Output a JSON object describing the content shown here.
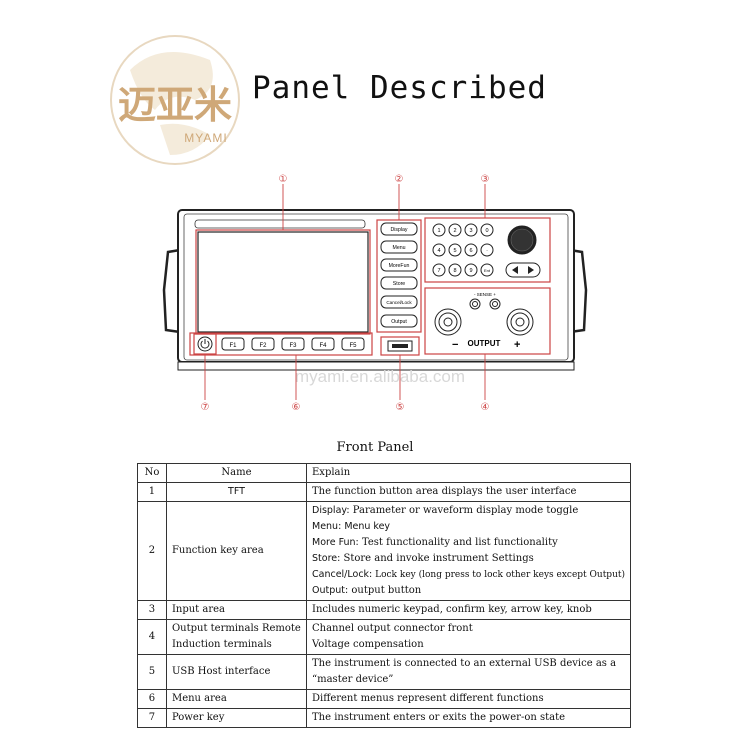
{
  "brand": {
    "logo_cn": "迈亚米",
    "logo_en": "MYAMI"
  },
  "title": "Panel Described",
  "diagram": {
    "watermark": "myami.en.alibaba.com",
    "callouts": [
      "①",
      "②",
      "③",
      "④",
      "⑤",
      "⑥",
      "⑦"
    ],
    "menu_buttons": [
      "Display",
      "Menu",
      "MoreFun",
      "Store",
      "Cancel/Lock",
      "Output"
    ],
    "softkeys": [
      "F1",
      "F2",
      "F3",
      "F4",
      "F5"
    ],
    "keypad": [
      [
        "1",
        "2",
        "3",
        "0"
      ],
      [
        "4",
        "5",
        "6",
        "·"
      ],
      [
        "7",
        "8",
        "9",
        "Ent"
      ]
    ],
    "sense_label": "- SENSE +",
    "output_label": "OUTPUT",
    "minus": "−",
    "plus": "+"
  },
  "caption": "Front Panel",
  "table": {
    "headers": {
      "no": "No",
      "name": "Name",
      "explain": "Explain"
    },
    "rows": [
      {
        "no": "1",
        "name": "TFT",
        "explain": [
          "The function button area displays the user interface"
        ]
      },
      {
        "no": "2",
        "name": "Function key area",
        "explain": [
          {
            "key": "Display:",
            "text": " Parameter or waveform display mode toggle"
          },
          {
            "key": "Menu:",
            "text": " Menu key"
          },
          {
            "key": "More Fun:",
            "text": " Test functionality and list functionality"
          },
          {
            "key": "Store:",
            "text": " Store and invoke instrument Settings"
          },
          {
            "key": "Cancel/Lock:",
            "text": " Lock key (long press to lock other keys except Output)"
          },
          {
            "key": "Output:",
            "text": " output button"
          }
        ]
      },
      {
        "no": "3",
        "name": "Input area",
        "explain": [
          "Includes numeric keypad, confirm key, arrow key, knob"
        ]
      },
      {
        "no": "4",
        "name": [
          "Output terminals Remote",
          "Induction terminals"
        ],
        "explain": [
          "Channel output connector front",
          "Voltage compensation"
        ]
      },
      {
        "no": "5",
        "name": "USB Host interface",
        "explain": [
          "The instrument is connected to an external USB device as a",
          "“master device”"
        ]
      },
      {
        "no": "6",
        "name": "Menu area",
        "explain": [
          "Different menus represent different functions"
        ]
      },
      {
        "no": "7",
        "name": "Power key",
        "explain": [
          "The instrument enters or exits the power-on state"
        ]
      }
    ]
  }
}
